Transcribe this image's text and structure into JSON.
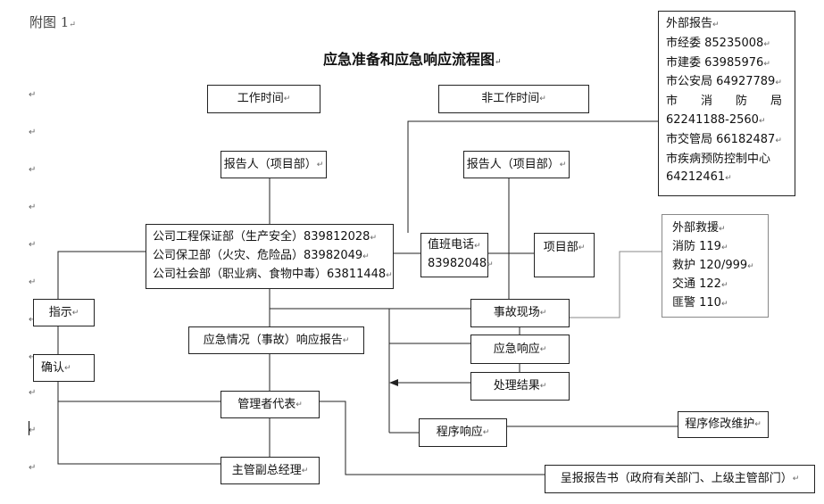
{
  "figure_label": "附图 1",
  "title": "应急准备和应急响应流程图",
  "mark": "↵",
  "header": {
    "work_time": "工作时间",
    "off_time": "非工作时间"
  },
  "reporter_left": "报告人（项目部）",
  "reporter_right": "报告人（项目部）",
  "company": {
    "line1": "公司工程保证部（生产安全）839812028",
    "line2": "公司保卫部（火灾、危险品）83982049",
    "line3": "公司社会部（职业病、食物中毒）63811448"
  },
  "duty": {
    "line1": "值班电话",
    "line2": "83982048"
  },
  "project_dept": "项目部",
  "external_report": {
    "heading": "外部报告",
    "line1": "市经委 85235008",
    "line2": "市建委 63985976",
    "line3": "市公安局 64927789",
    "fire_chars": [
      "市",
      "消",
      "防",
      "局"
    ],
    "line5": "62241188-2560",
    "line6": "市交管局 66182487",
    "line7": "市疾病预防控制中心",
    "line8": "64212461"
  },
  "external_rescue": {
    "heading": "外部救援",
    "line1": "消防 119",
    "line2": "救护 120/999",
    "line3": "交通 122",
    "line4": "匪警 110"
  },
  "instruct": "指示",
  "confirm": "确认",
  "emergency_report": "应急情况（事故）响应报告",
  "accident_site": "事故现场",
  "emergency_response": "应急响应",
  "result": "处理结果",
  "manager_rep": "管理者代表",
  "program_response": "程序响应",
  "program_revise": "程序修改维护",
  "vice_gm": "主管副总经理",
  "submit_report": "呈报报告书（政府有关部门、上级主管部门）"
}
